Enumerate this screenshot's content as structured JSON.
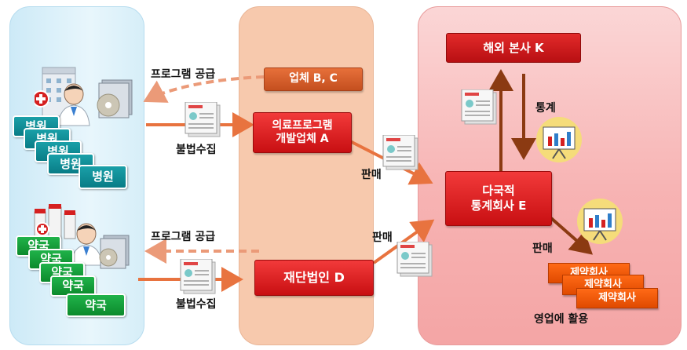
{
  "boxes": {
    "company_bc": "업체 B, C",
    "dev_company_a_line1": "의료프로그램",
    "dev_company_a_line2": "개발업체 A",
    "foundation_d": "재단법인 D",
    "overseas_hq_k": "해외 본사 K",
    "stats_company_e_line1": "다국적",
    "stats_company_e_line2": "통계회사  E"
  },
  "labels": {
    "program_supply_top": "프로그램 공급",
    "program_supply_bottom": "프로그램 공급",
    "illegal_collect_top": "불법수집",
    "illegal_collect_bottom": "불법수집",
    "sale_a": "판매",
    "sale_d": "판매",
    "sale_e": "판매",
    "stats": "통계",
    "sales_use": "영업에 활용"
  },
  "hospitals": [
    "병원",
    "병원",
    "병원",
    "병원",
    "병원"
  ],
  "pharmacies": [
    "약국",
    "약국",
    "약국",
    "약국",
    "약국"
  ],
  "pharma_companies": [
    "제약회사",
    "제약회사",
    "제약회사"
  ],
  "colors": {
    "left_panel": "#cdeaf7",
    "middle_panel": "#f7c9ad",
    "right_panel": "#f7b3b3",
    "red_box": "#d81a1d",
    "orange_box": "#d45f2c",
    "arrow_orange": "#e8733f",
    "arrow_brown": "#8b3a12",
    "hospital_tag": "#0f8d97",
    "pharmacy_tag": "#17a23c",
    "pharma_box": "#f2590a"
  }
}
